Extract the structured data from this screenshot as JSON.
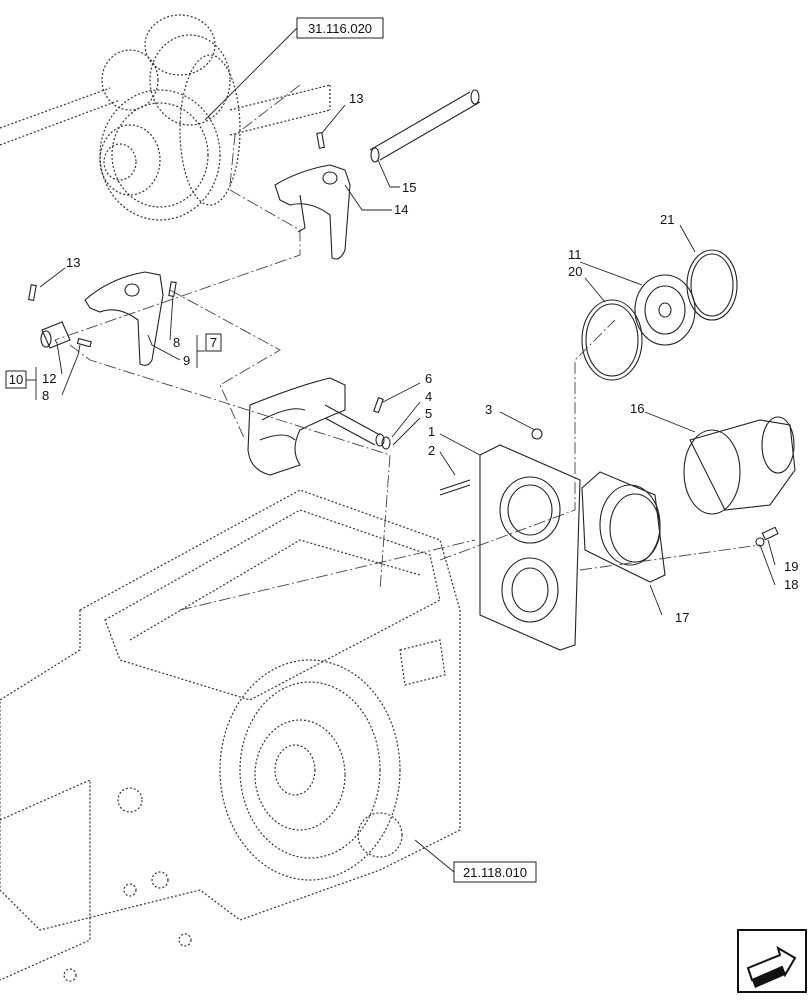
{
  "references": {
    "top": "31.116.020",
    "bottom": "21.118.010"
  },
  "callouts": {
    "c1": "1",
    "c2": "2",
    "c3": "3",
    "c4": "4",
    "c5": "5",
    "c6": "6",
    "c7": "7",
    "c8a": "8",
    "c8b": "8",
    "c9": "9",
    "c10": "10",
    "c11": "11",
    "c12": "12",
    "c13a": "13",
    "c13b": "13",
    "c14": "14",
    "c15": "15",
    "c16": "16",
    "c17": "17",
    "c18": "18",
    "c19": "19",
    "c20": "20",
    "c21": "21"
  }
}
